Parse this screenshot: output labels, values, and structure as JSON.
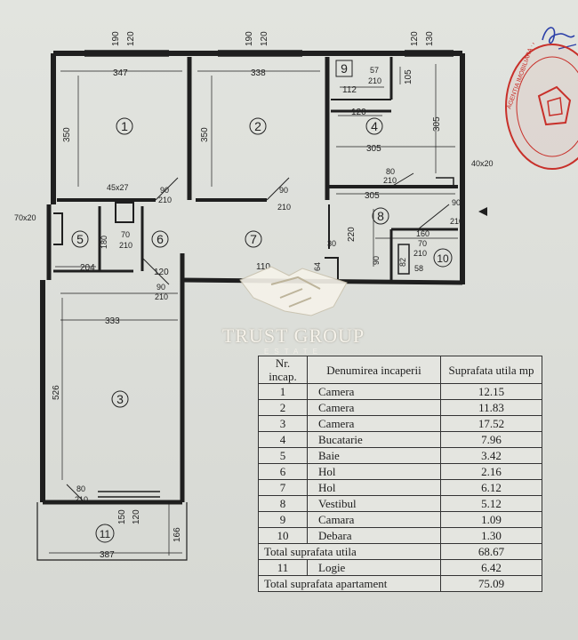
{
  "plan": {
    "rooms": [
      {
        "id": "1",
        "label": "1"
      },
      {
        "id": "2",
        "label": "2"
      },
      {
        "id": "3",
        "label": "3"
      },
      {
        "id": "4",
        "label": "4"
      },
      {
        "id": "5",
        "label": "5"
      },
      {
        "id": "6",
        "label": "6"
      },
      {
        "id": "7",
        "label": "7"
      },
      {
        "id": "8",
        "label": "8"
      },
      {
        "id": "9",
        "label": "9"
      },
      {
        "id": "10",
        "label": "10"
      },
      {
        "id": "11",
        "label": "11"
      }
    ],
    "dimensions": {
      "d190a": "190",
      "d120a": "120",
      "d190b": "190",
      "d120b": "120",
      "d120c": "120",
      "d130": "130",
      "d347": "347",
      "d338": "338",
      "d112": "112",
      "d105": "105",
      "d57": "57",
      "d210a": "210",
      "d350a": "350",
      "d350b": "350",
      "d120d": "120",
      "d305a": "305",
      "d305v": "305",
      "d80a": "80",
      "d210b": "210",
      "d40x20": "40x20",
      "d45x27": "45x27",
      "d90a": "90",
      "d210c": "210",
      "d90b": "90",
      "d210d": "210",
      "d305b": "305",
      "d90c": "90",
      "d210e": "210",
      "d70x20": "70x20",
      "d70a": "70",
      "d210f": "210",
      "d180": "180",
      "d160": "160",
      "d70b": "70",
      "d210g": "210",
      "d30": "30",
      "d220": "220",
      "d204": "204",
      "d120e": "120",
      "d110": "110",
      "d64": "64",
      "d90d": "90",
      "d82": "82",
      "d58": "58",
      "d90e": "90",
      "d210h": "210",
      "d333": "333",
      "d526": "526",
      "d80b": "80",
      "d210i": "210",
      "d150": "150",
      "d120f": "120",
      "d166": "166",
      "d387": "387"
    }
  },
  "watermark": {
    "name": "TRUST GROUP",
    "sub": "ESTATE"
  },
  "stamp": {
    "text": "AGENTIA IMOBILIARA · AGENTIA DE PUBLICITATE IMOBILIARA · CU SI PUBLICITATE"
  },
  "signature_color": "#2b3fa8",
  "table": {
    "headers": [
      "Nr. incap.",
      "Denumirea incaperii",
      "Suprafata utila mp"
    ],
    "rows": [
      {
        "nr": "1",
        "name": "Camera",
        "area": "12.15"
      },
      {
        "nr": "2",
        "name": "Camera",
        "area": "11.83"
      },
      {
        "nr": "3",
        "name": "Camera",
        "area": "17.52"
      },
      {
        "nr": "4",
        "name": "Bucatarie",
        "area": "7.96"
      },
      {
        "nr": "5",
        "name": "Baie",
        "area": "3.42"
      },
      {
        "nr": "6",
        "name": "Hol",
        "area": "2.16"
      },
      {
        "nr": "7",
        "name": "Hol",
        "area": "6.12"
      },
      {
        "nr": "8",
        "name": "Vestibul",
        "area": "5.12"
      },
      {
        "nr": "9",
        "name": "Camara",
        "area": "1.09"
      },
      {
        "nr": "10",
        "name": "Debara",
        "area": "1.30"
      }
    ],
    "total_utila": {
      "label": "Total suprafata utila",
      "value": "68.67"
    },
    "logie": {
      "nr": "11",
      "name": "Logie",
      "area": "6.42"
    },
    "total_apartament": {
      "label": "Total suprafata apartament",
      "value": "75.09"
    }
  }
}
